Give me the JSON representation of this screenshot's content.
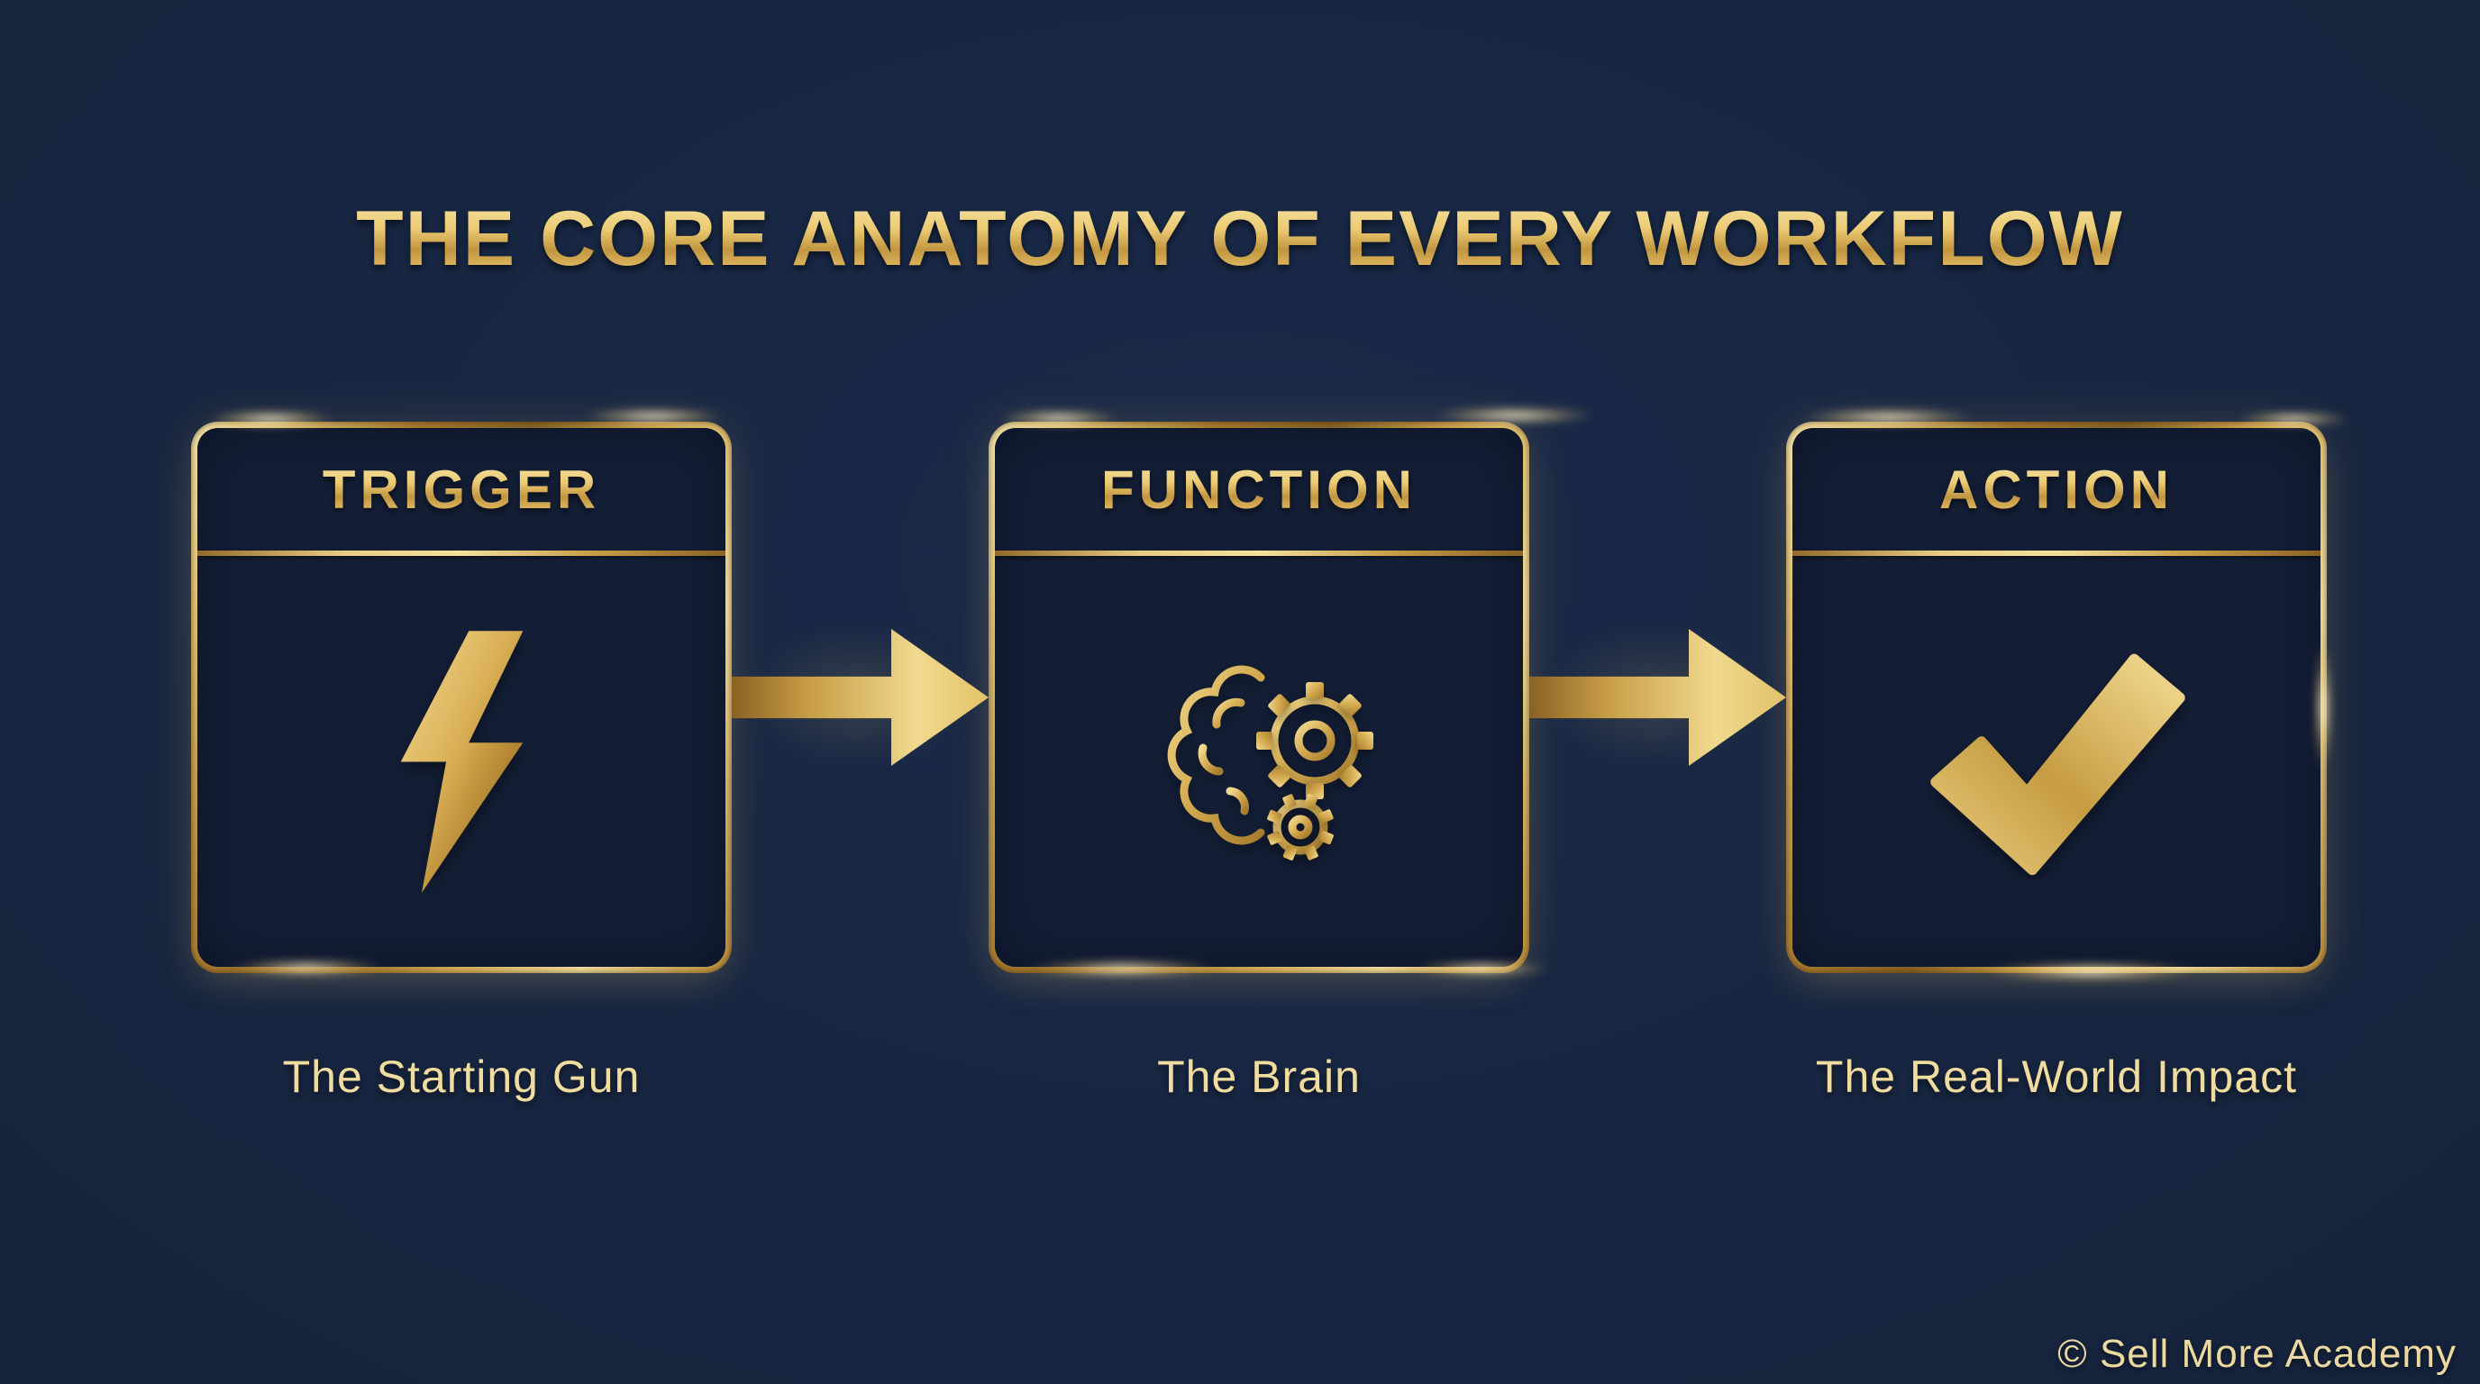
{
  "title": "THE CORE ANATOMY OF EVERY WORKFLOW",
  "steps": [
    {
      "label": "TRIGGER",
      "caption": "The Starting Gun",
      "icon": "lightning-bolt-icon"
    },
    {
      "label": "FUNCTION",
      "caption": "The Brain",
      "icon": "brain-gears-icon"
    },
    {
      "label": "ACTION",
      "caption": "The Real-World Impact",
      "icon": "checkmark-icon"
    }
  ],
  "footer": {
    "credit": "© Sell More Academy"
  },
  "colors": {
    "background": "#16243E",
    "panel_fill": "#141F37",
    "gold": "#D4A951",
    "gold_light": "#F4DF9B",
    "gold_dark": "#8A6223",
    "caption_text": "#F1DCA0"
  }
}
